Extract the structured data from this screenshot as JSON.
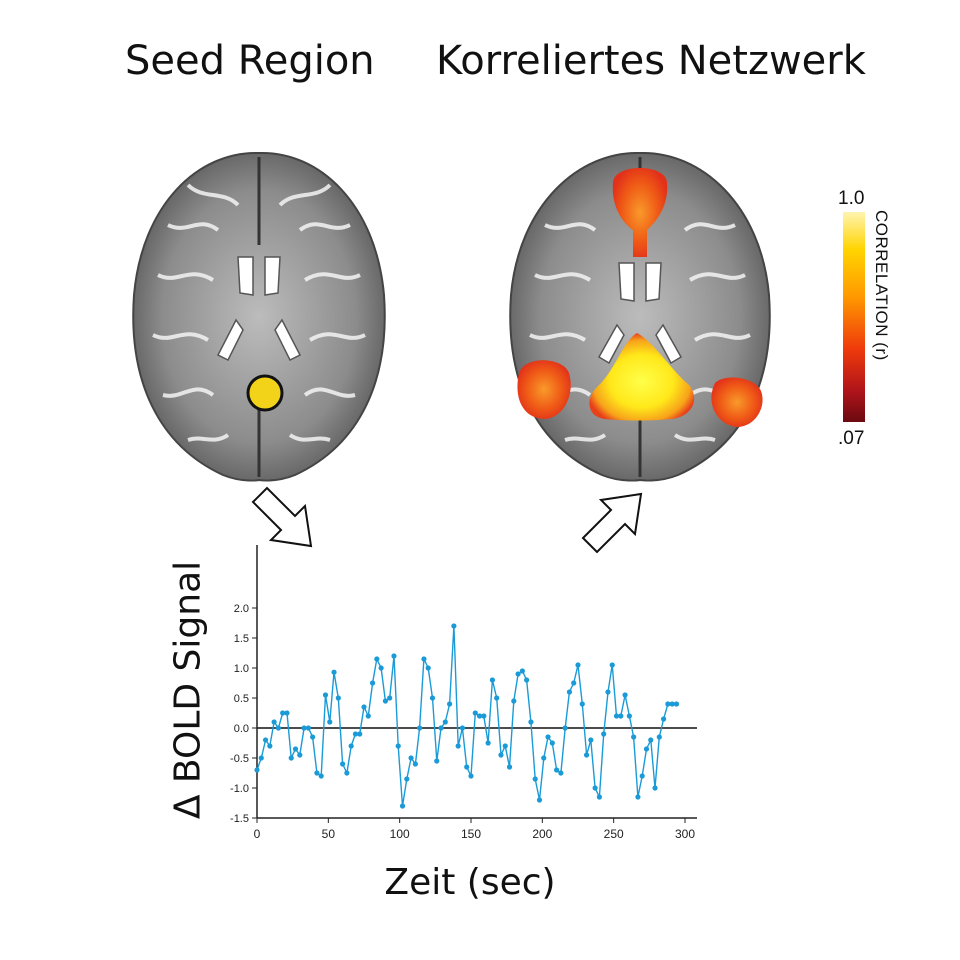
{
  "titles": {
    "seed": "Seed Region",
    "network": "Korreliertes Netzwerk"
  },
  "colorbar": {
    "label": "CORRELATION (r)",
    "max_label": "1.0",
    "min_label": ".07",
    "colors": [
      "#fff4b0",
      "#ffd400",
      "#ff9a00",
      "#ef3b0b",
      "#b0141a",
      "#6a0a10"
    ]
  },
  "colors": {
    "seed_marker": "#f2d31a",
    "series_line": "#1a9bd7",
    "activation_hot": "#ffe81a",
    "activation_mid": "#f36a12",
    "activation_low": "#e2301a"
  },
  "chart_data": {
    "type": "line",
    "xlabel": "Zeit (sec)",
    "ylabel": "Δ BOLD Signal",
    "xlim": [
      0,
      300
    ],
    "ylim": [
      -1.5,
      2.5
    ],
    "x_ticks": [
      "0",
      "50",
      "100",
      "150",
      "200",
      "250",
      "300"
    ],
    "y_ticks": [
      "2.0",
      "1.5",
      "1.0",
      "0.5",
      "0.0",
      "-0.5",
      "-1.0",
      "-1.5"
    ],
    "series": [
      {
        "x": [
          0,
          3,
          6,
          9,
          12,
          15,
          18,
          21,
          24,
          27,
          30,
          33,
          36,
          39,
          42,
          45,
          48,
          51,
          54,
          57,
          60,
          63,
          66,
          69,
          72,
          75,
          78,
          81,
          84,
          87,
          90,
          93,
          96,
          99,
          102,
          105,
          108,
          111,
          114,
          117,
          120,
          123,
          126,
          129,
          132,
          135,
          138,
          141,
          144,
          147,
          150,
          153,
          156,
          159,
          162,
          165,
          168,
          171,
          174,
          177,
          180,
          183,
          186,
          189,
          192,
          195,
          198,
          201,
          204,
          207,
          210,
          213,
          216,
          219,
          222,
          225,
          228,
          231,
          234,
          237,
          240,
          243,
          246,
          249,
          252,
          255,
          258,
          261,
          264,
          267,
          270,
          273,
          276,
          279,
          282,
          285,
          288,
          291,
          294
        ],
        "y": [
          -0.7,
          -0.5,
          -0.2,
          -0.3,
          0.1,
          0.0,
          0.25,
          0.25,
          -0.5,
          -0.35,
          -0.45,
          0.0,
          0.0,
          -0.15,
          -0.75,
          -0.8,
          0.55,
          0.1,
          0.93,
          0.5,
          -0.6,
          -0.75,
          -0.3,
          -0.1,
          -0.1,
          0.35,
          0.2,
          0.75,
          1.15,
          1.0,
          0.45,
          0.5,
          1.2,
          -0.3,
          -1.3,
          -0.85,
          -0.5,
          -0.6,
          0.0,
          1.15,
          1.0,
          0.5,
          -0.55,
          0.0,
          0.1,
          0.4,
          1.7,
          -0.3,
          0.0,
          -0.65,
          -0.8,
          0.25,
          0.2,
          0.2,
          -0.25,
          0.8,
          0.5,
          -0.45,
          -0.3,
          -0.65,
          0.45,
          0.9,
          0.95,
          0.8,
          0.1,
          -0.85,
          -1.2,
          -0.5,
          -0.15,
          -0.25,
          -0.7,
          -0.75,
          0.0,
          0.6,
          0.75,
          1.05,
          0.4,
          -0.45,
          -0.2,
          -1.0,
          -1.15,
          -0.1,
          0.6,
          1.05,
          0.2,
          0.2,
          0.55,
          0.2,
          -0.15,
          -1.15,
          -0.8,
          -0.35,
          -0.2,
          -1.0,
          -0.15,
          0.15,
          0.4,
          0.4,
          0.4
        ]
      }
    ],
    "zero_line": true,
    "grid": false
  }
}
